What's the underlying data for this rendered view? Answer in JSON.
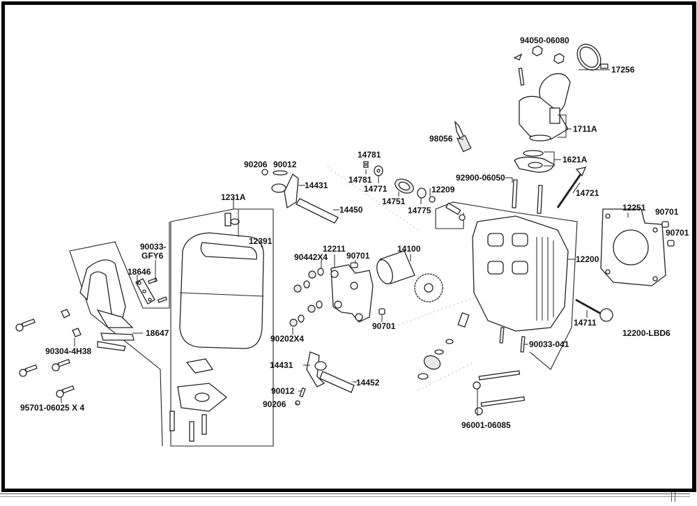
{
  "diagram": {
    "title": "Cylinder head exploded parts diagram",
    "assembly_code": "12200-LBD6",
    "labels": {
      "p94050_06080": "94050-06080",
      "p17256": "17256",
      "p1711A": "1711A",
      "p98056": "98056",
      "p1621A": "1621A",
      "p92900_06050": "92900-06050",
      "p14721": "14721",
      "p14781_top": "14781",
      "p14781_bottom": "14781",
      "p14771": "14771",
      "p14751": "14751",
      "p14775": "14775",
      "p12209": "12209",
      "p90206_top": "90206",
      "p90012_top": "90012",
      "p14431_top": "14431",
      "p14450": "14450",
      "p1231A": "1231A",
      "p12391": "12391",
      "p90033_gfy6_line1": "90033-",
      "p90033_gfy6_line2": "GFY6",
      "p18646": "18646",
      "p18647": "18647",
      "p90304_4h38": "90304-4H38",
      "p95701_06025": "95701-06025 X 4",
      "p12211": "12211",
      "p90442": "90442X4",
      "p90701_cam_top": "90701",
      "p14100": "14100",
      "p90701_cam_bottom": "90701",
      "p90202": "90202X4",
      "p14431_bottom": "14431",
      "p14452": "14452",
      "p90012_bottom": "90012",
      "p90206_bottom": "90206",
      "p12200": "12200",
      "p12251": "12251",
      "p90701_right_top": "90701",
      "p90701_right_bottom": "90701",
      "p14711": "14711",
      "p90033_041": "90033-041",
      "p96001_06085": "96001-06085",
      "p12200_lbd6": "12200-LBD6"
    }
  }
}
